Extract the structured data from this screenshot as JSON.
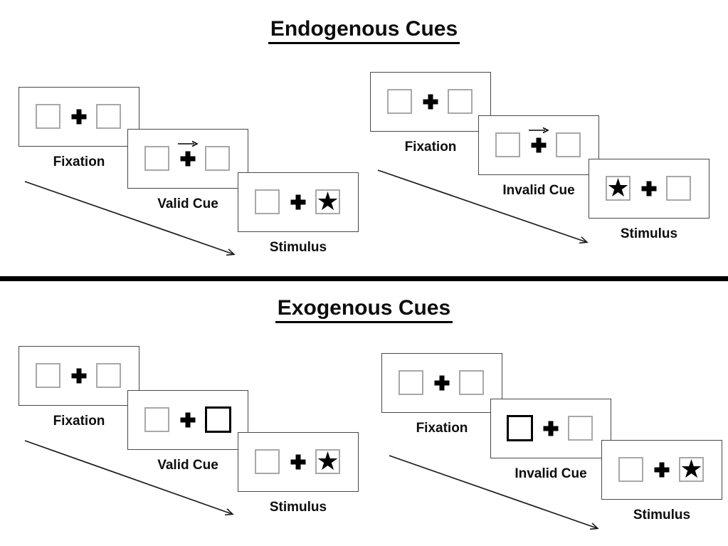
{
  "titles": {
    "endogenous": "Endogenous Cues",
    "exogenous": "Exogenous Cues"
  },
  "glyphs": {
    "star": "★"
  },
  "colors": {
    "background": "#ffffff",
    "frame_border": "#484848",
    "square_border": "#a8a8a8",
    "highlight_border": "#000000",
    "divider": "#000000",
    "text": "#0d0d0d"
  },
  "panels": [
    {
      "name": "endogenous-valid",
      "section": "endogenous",
      "frames": [
        {
          "label": "Fixation",
          "kind": "fixation"
        },
        {
          "label": "Valid Cue",
          "kind": "endogenous-cue",
          "cue_direction": "right"
        },
        {
          "label": "Stimulus",
          "kind": "stimulus",
          "star_side": "right"
        }
      ]
    },
    {
      "name": "endogenous-invalid",
      "section": "endogenous",
      "frames": [
        {
          "label": "Fixation",
          "kind": "fixation"
        },
        {
          "label": "Invalid Cue",
          "kind": "endogenous-cue",
          "cue_direction": "right"
        },
        {
          "label": "Stimulus",
          "kind": "stimulus",
          "star_side": "left"
        }
      ]
    },
    {
      "name": "exogenous-valid",
      "section": "exogenous",
      "frames": [
        {
          "label": "Fixation",
          "kind": "fixation"
        },
        {
          "label": "Valid Cue",
          "kind": "exogenous-cue",
          "highlight_side": "right"
        },
        {
          "label": "Stimulus",
          "kind": "stimulus",
          "star_side": "right"
        }
      ]
    },
    {
      "name": "exogenous-invalid",
      "section": "exogenous",
      "frames": [
        {
          "label": "Fixation",
          "kind": "fixation"
        },
        {
          "label": "Invalid Cue",
          "kind": "exogenous-cue",
          "highlight_side": "left"
        },
        {
          "label": "Stimulus",
          "kind": "stimulus",
          "star_side": "right"
        }
      ]
    }
  ]
}
